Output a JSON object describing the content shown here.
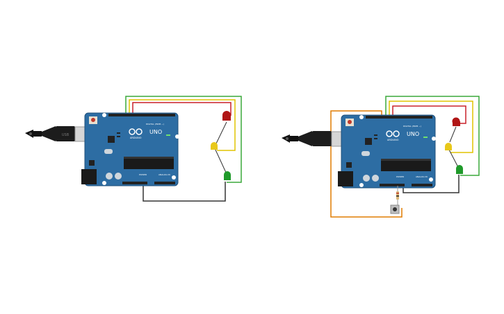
{
  "circuits": [
    {
      "id": "left",
      "board": {
        "model": "UNO",
        "brand": "ARDUINO",
        "header_digital": "DIGITAL (PWM ~)",
        "header_power": "POWER",
        "header_analog": "ANALOG IN"
      },
      "leds": [
        {
          "color": "red"
        },
        {
          "color": "yellow"
        },
        {
          "color": "green"
        }
      ],
      "has_pushbutton": false
    },
    {
      "id": "right",
      "board": {
        "model": "UNO",
        "brand": "ARDUINO",
        "header_digital": "DIGITAL (PWM ~)",
        "header_power": "POWER",
        "header_analog": "ANALOG IN"
      },
      "leds": [
        {
          "color": "red"
        },
        {
          "color": "yellow"
        },
        {
          "color": "green"
        }
      ],
      "has_pushbutton": true
    }
  ],
  "colors": {
    "board": "#2d6da3",
    "board_edge": "#1f4f7a",
    "wire_green": "#3aa83a",
    "wire_yellow": "#e0c400",
    "wire_red": "#c8202a",
    "wire_black": "#333333",
    "wire_orange": "#e07b00",
    "led_red": "#b01515",
    "led_yellow": "#e8c81a",
    "led_green": "#1f9a2a"
  }
}
